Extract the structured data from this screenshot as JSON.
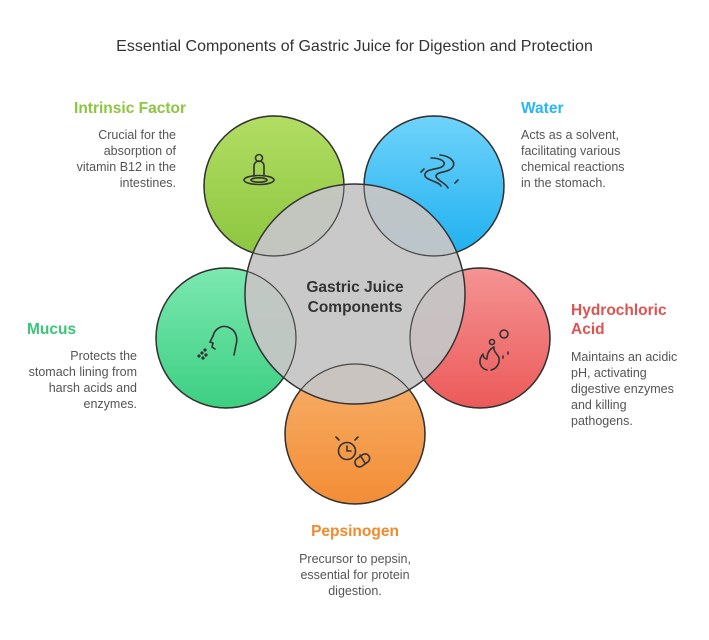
{
  "title": "Essential Components of Gastric Juice for Digestion and Protection",
  "center": {
    "label_line1": "Gastric Juice",
    "label_line2": "Components",
    "color": "#c8c8c8"
  },
  "components": {
    "intrinsic_factor": {
      "label": "Intrinsic Factor",
      "desc_lines": [
        "Crucial for the",
        "absorption of",
        "vitamin B12 in the",
        "intestines."
      ],
      "color": "#8cc63f",
      "label_color": "#8cc63f",
      "icon": "person-on-scale-icon"
    },
    "water": {
      "label": "Water",
      "desc_lines": [
        "Acts as a solvent,",
        "facilitating various",
        "chemical reactions",
        "in the stomach."
      ],
      "color": "#29b6f6",
      "label_color": "#29b6f6",
      "icon": "river-icon"
    },
    "hydrochloric_acid": {
      "label_line1": "Hydrochloric",
      "label_line2": "Acid",
      "desc_lines": [
        "Maintains an acidic",
        "pH, activating",
        "digestive enzymes",
        "and killing",
        "pathogens."
      ],
      "color": "#ef5350",
      "label_color": "#e05252",
      "icon": "acid-flame-icon"
    },
    "pepsinogen": {
      "label": "Pepsinogen",
      "desc_lines": [
        "Precursor to pepsin,",
        "essential for protein",
        "digestion."
      ],
      "color": "#f7963c",
      "label_color": "#f08a2c",
      "icon": "alarm-pill-icon"
    },
    "mucus": {
      "label": "Mucus",
      "desc_lines": [
        "Protects the",
        "stomach lining from",
        "harsh acids and",
        "enzymes."
      ],
      "color": "#3ccf82",
      "label_color": "#3cc47a",
      "icon": "sneeze-head-icon"
    }
  }
}
